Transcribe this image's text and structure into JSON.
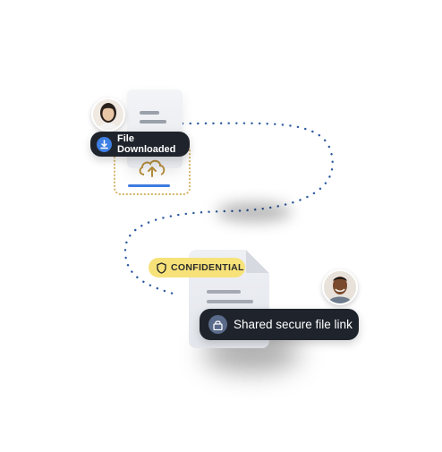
{
  "top_card": {
    "status_label": "File Downloaded",
    "status_icon": "download-icon",
    "accent": "#3d7fe3"
  },
  "bottom_card": {
    "tag_label": "CONFIDENTIAL",
    "tag_icon": "shield-icon",
    "tag_color": "#f7e27a",
    "link_label": "Shared secure file link",
    "link_icon": "lock-icon"
  },
  "colors": {
    "dark_pill": "#1f242c",
    "dotted_path": "#2f5aa0",
    "dotted_box": "#d4b56a"
  }
}
